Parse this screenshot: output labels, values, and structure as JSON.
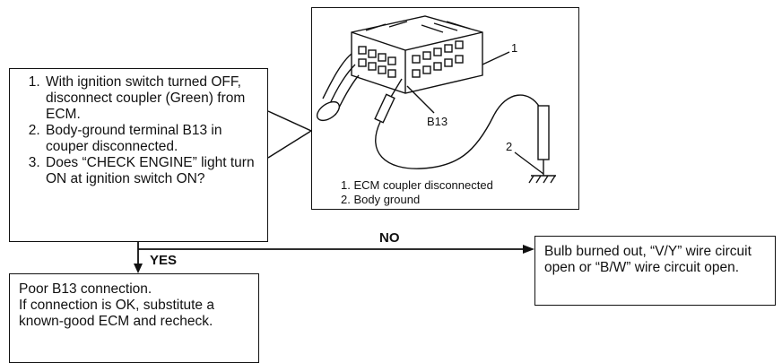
{
  "steps": [
    "With ignition switch turned OFF, disconnect coupler (Green) from ECM.",
    "Body-ground terminal B13 in couper disconnected.",
    "Does “CHECK ENGINE” light turn ON at ignition switch ON?"
  ],
  "figure": {
    "callout_coupler": "1",
    "callout_ground": "2",
    "terminal_label": "B13",
    "caption_1": "1.  ECM coupler disconnected",
    "caption_2": "2.  Body ground"
  },
  "branches": {
    "yes_label": "YES",
    "no_label": "NO"
  },
  "result_no": "Bulb burned out, “V/Y” wire circuit open or “B/W” wire circuit open.",
  "result_yes_1": "Poor B13 connection.",
  "result_yes_2": "If connection is OK, substitute a known-good ECM and recheck."
}
